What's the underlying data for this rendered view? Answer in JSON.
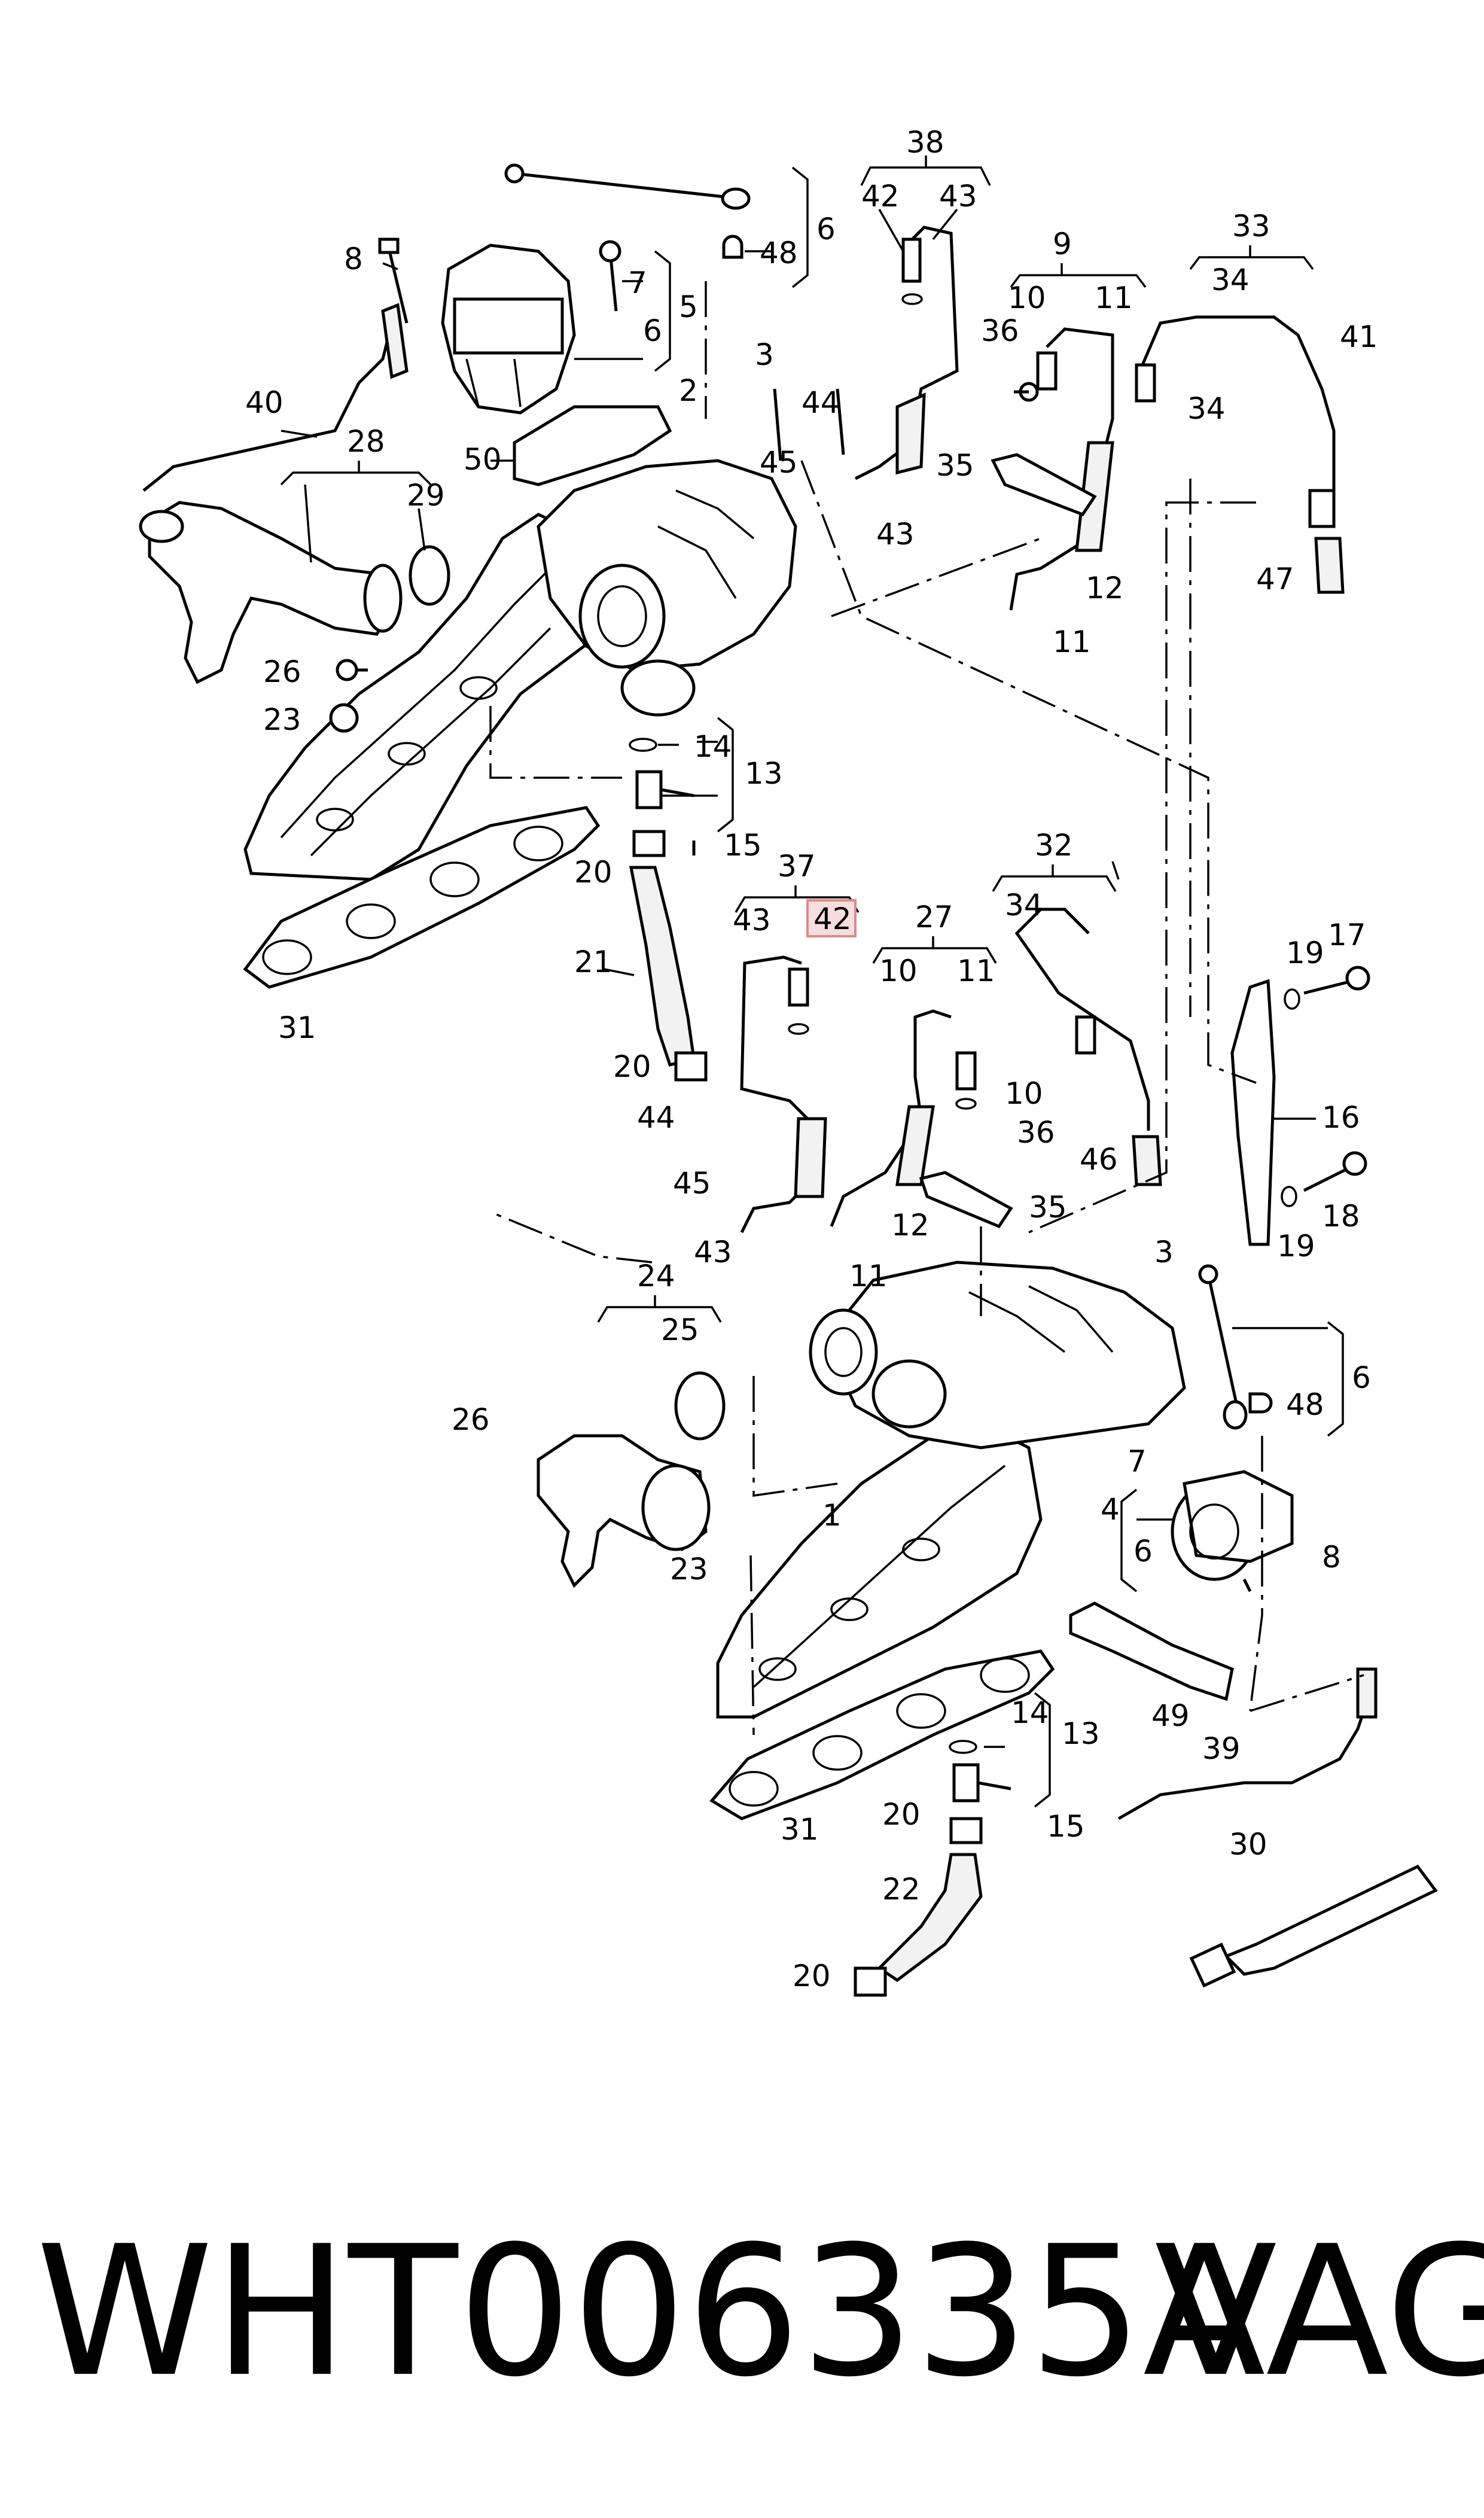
{
  "diagram": {
    "callouts": {
      "c38": "38",
      "c42a": "42",
      "c43a": "43",
      "c6a": "6",
      "c48a": "48",
      "c8a": "8",
      "c7a": "7",
      "c5": "5",
      "c6b": "6",
      "c9": "9",
      "c10a": "10",
      "c11a": "11",
      "c33": "33",
      "c34a": "34",
      "c41": "41",
      "c36a": "36",
      "c34b": "34",
      "c3a": "3",
      "c40": "40",
      "c2": "2",
      "c44a": "44",
      "c45a": "45",
      "c35a": "35",
      "c43b": "43",
      "c50": "50",
      "c28": "28",
      "c29": "29",
      "c47": "47",
      "c12a": "12",
      "c11b": "11",
      "c26a": "26",
      "c23a": "23",
      "c14a": "14",
      "c13a": "13",
      "c15a": "15",
      "c20a": "20",
      "c31a": "31",
      "c37": "37",
      "c43c": "43",
      "c42b": "42",
      "c32": "32",
      "c34c": "34",
      "c27": "27",
      "c10b": "10",
      "c11c": "11",
      "c19a": "19",
      "c17": "17",
      "c21": "21",
      "c16": "16",
      "c20b": "20",
      "c10c": "10",
      "c44b": "44",
      "c36b": "36",
      "c46": "46",
      "c45b": "45",
      "c35b": "35",
      "c18": "18",
      "c12b": "12",
      "c19b": "19",
      "c43d": "43",
      "c11d": "11",
      "c3b": "3",
      "c24": "24",
      "c25": "25",
      "c6c": "6",
      "c48b": "48",
      "c26b": "26",
      "c7b": "7",
      "c4": "4",
      "c6d": "6",
      "c8b": "8",
      "c1": "1",
      "c23b": "23",
      "c49": "49",
      "c14b": "14",
      "c13b": "13",
      "c39": "39",
      "c31b": "31",
      "c20c": "20",
      "c15b": "15",
      "c30": "30",
      "c22": "22",
      "c20d": "20"
    }
  },
  "footer": {
    "part_number": "WHT006335A",
    "brand": "VAG"
  },
  "colors": {
    "highlight_fill": "#f7dede",
    "highlight_stroke": "#d98b8b"
  }
}
